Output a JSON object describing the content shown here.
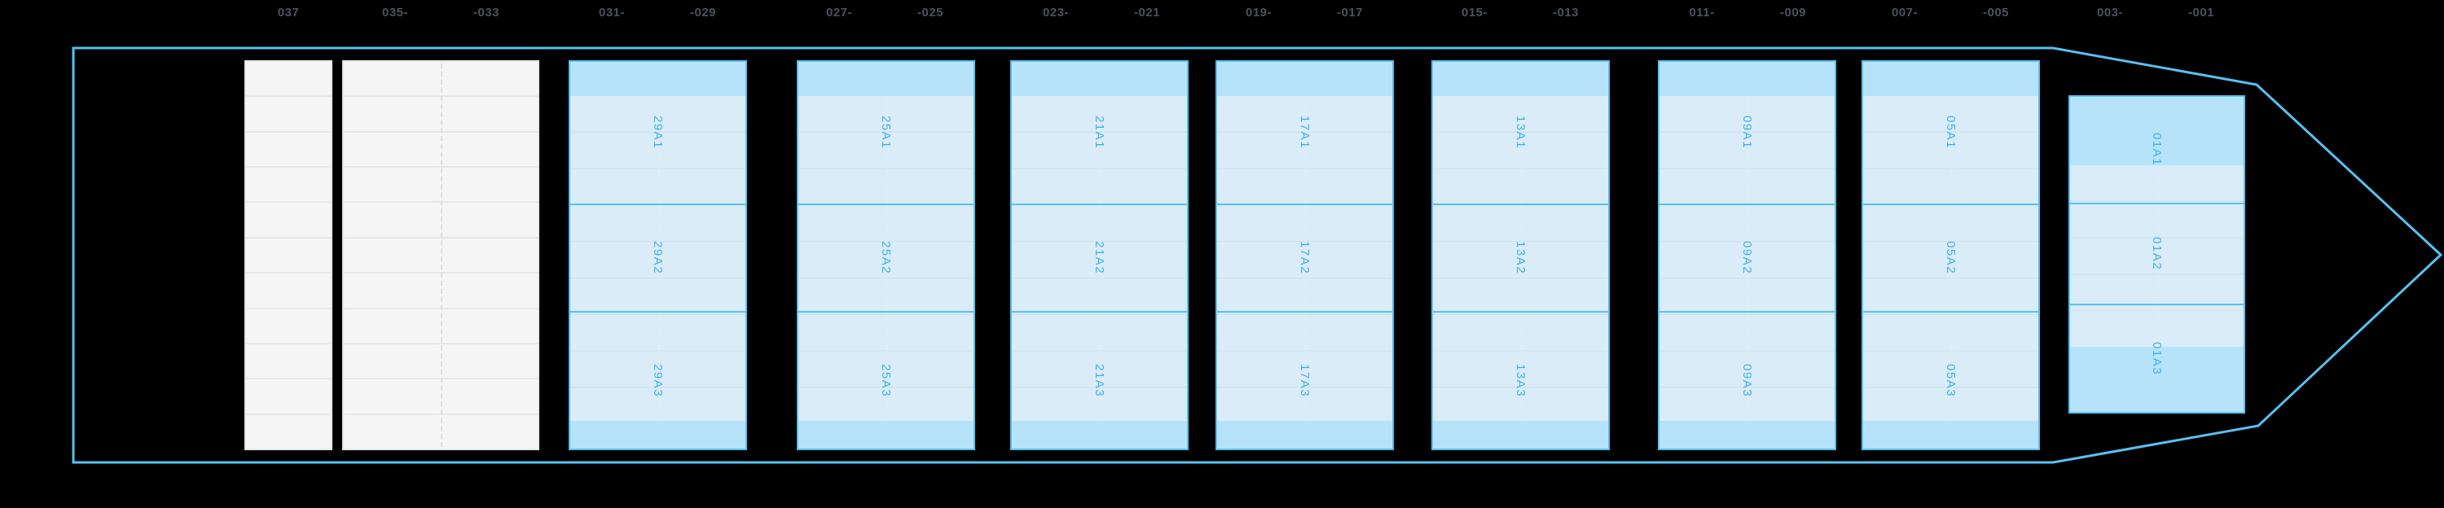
{
  "title": "vessel-bay-plan",
  "colors": {
    "background": "#000000",
    "outline_blue": "#58c1f1",
    "bay_fill": "#daecf8",
    "bay_band": "#b7e3fa",
    "bay_row_line": "#cfe2ef",
    "bay_dotted_line": "#dfeef8",
    "bay_label": "#3db1ec",
    "axis_label": "#4c515d",
    "stern_box_frame": "#e7e7e9",
    "stern_row_fill": "#f5f5f6",
    "stern_dash": "#dededf"
  },
  "axis": {
    "labels": [
      "037",
      "035-",
      "-033",
      "031-",
      "-029",
      "027-",
      "-025",
      "023-",
      "-021",
      "019-",
      "-017",
      "015-",
      "-013",
      "011-",
      "-009",
      "007-",
      "-005",
      "003-",
      "-001"
    ]
  },
  "stern_boxes": [
    {
      "name": "stern-box-037",
      "rows": 11
    },
    {
      "name": "stern-box-035-033",
      "rows": 11
    }
  ],
  "bays": [
    {
      "id": "29",
      "slots": [
        "29A1",
        "29A2",
        "29A3"
      ]
    },
    {
      "id": "25",
      "slots": [
        "25A1",
        "25A2",
        "25A3"
      ]
    },
    {
      "id": "21",
      "slots": [
        "21A1",
        "21A2",
        "21A3"
      ]
    },
    {
      "id": "17",
      "slots": [
        "17A1",
        "17A2",
        "17A3"
      ]
    },
    {
      "id": "13",
      "slots": [
        "13A1",
        "13A2",
        "13A3"
      ]
    },
    {
      "id": "09",
      "slots": [
        "09A1",
        "09A2",
        "09A3"
      ]
    },
    {
      "id": "05",
      "slots": [
        "05A1",
        "05A2",
        "05A3"
      ]
    },
    {
      "id": "01",
      "slots": [
        "01A1",
        "01A2",
        "01A3"
      ]
    }
  ]
}
